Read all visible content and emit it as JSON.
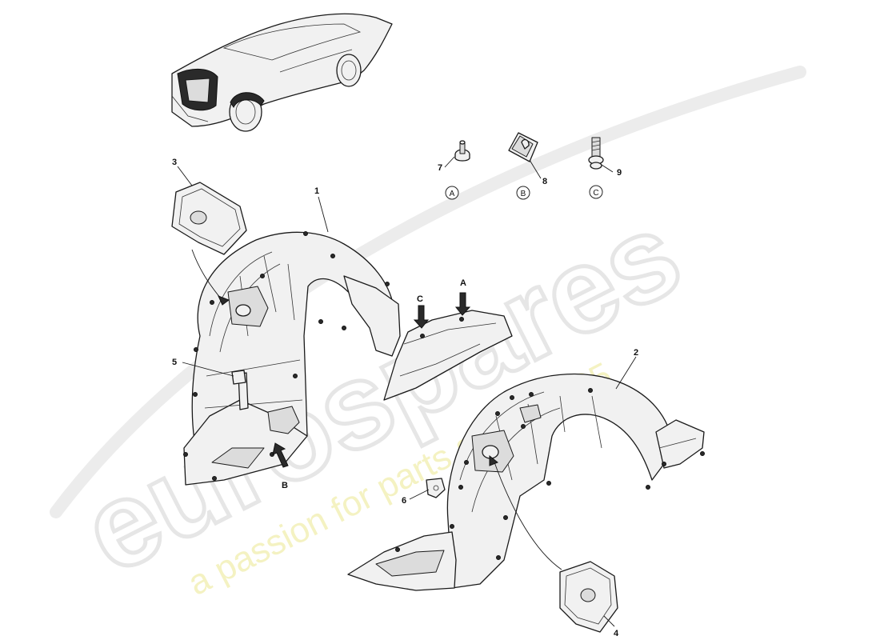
{
  "watermark": {
    "logo_text": "eurospares",
    "tagline": "a passion for parts since 1985"
  },
  "callouts": {
    "p1": "1",
    "p2": "2",
    "p3": "3",
    "p4": "4",
    "p5": "5",
    "p6": "6",
    "p7": "7",
    "p8": "8",
    "p9": "9"
  },
  "detail_letters": {
    "a_circle": "A",
    "b_circle": "B",
    "c_circle": "C",
    "a_arrow": "A",
    "b_arrow": "B",
    "c_arrow": "C"
  },
  "colors": {
    "line": "#1a1a1a",
    "part_fill": "#f1f1f1",
    "watermark_logo": "#e6e6e6",
    "watermark_tagline": "#f3f0b8"
  }
}
